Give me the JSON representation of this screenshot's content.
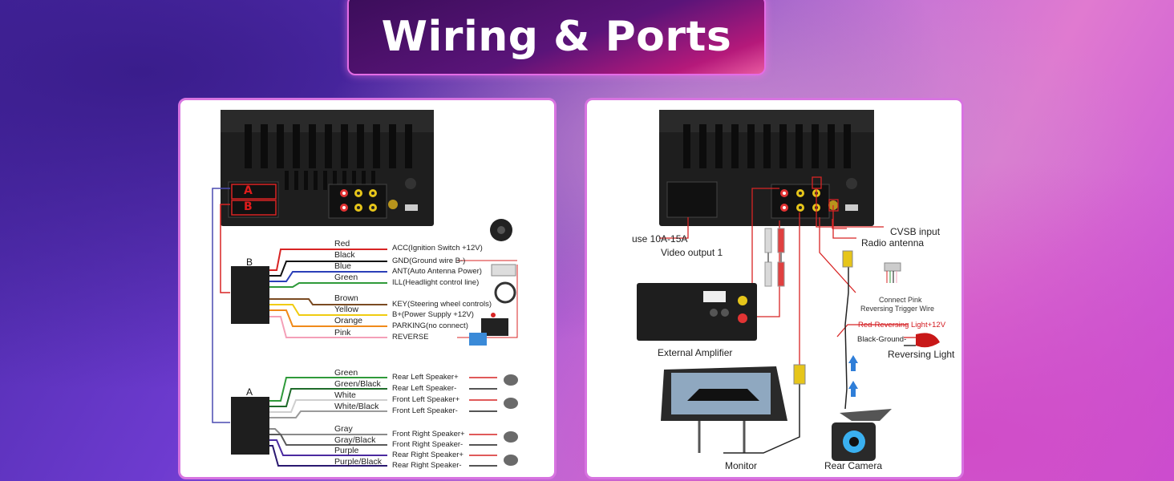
{
  "banner": {
    "title": "Wiring & Ports"
  },
  "left_panel": {
    "port_labels": [
      "A",
      "B"
    ],
    "connector_b": {
      "label": "B"
    },
    "connector_a": {
      "label": "A"
    },
    "b_wires": [
      {
        "color_name": "Red",
        "function": "ACC(Ignition Switch +12V)",
        "hex": "#d82424"
      },
      {
        "color_name": "Black",
        "function": "GND(Ground wire B-)",
        "hex": "#111111"
      },
      {
        "color_name": "Blue",
        "function": "ANT(Auto Antenna Power)",
        "hex": "#2b3fb8"
      },
      {
        "color_name": "Green",
        "function": "ILL(Headlight control line)",
        "hex": "#2f9a3a"
      },
      {
        "color_name": "Brown",
        "function": "KEY(Steering wheel controls)",
        "hex": "#7a4a22"
      },
      {
        "color_name": "Yellow",
        "function": "B+(Power Supply +12V)",
        "hex": "#f0cc10"
      },
      {
        "color_name": "Orange",
        "function": "PARKING(no connect)",
        "hex": "#f08a1a"
      },
      {
        "color_name": "Pink",
        "function": "REVERSE",
        "hex": "#f4a0b8"
      }
    ],
    "a_wires": [
      {
        "color_name": "Green",
        "function": "Rear Left Speaker+",
        "hex": "#2f9a3a"
      },
      {
        "color_name": "Green/Black",
        "function": "Rear Left Speaker-",
        "hex": "#1f6b2a"
      },
      {
        "color_name": "White",
        "function": "Front Left Speaker+",
        "hex": "#cfcfcf"
      },
      {
        "color_name": "White/Black",
        "function": "Front Left Speaker-",
        "hex": "#9a9a9a"
      },
      {
        "color_name": "Gray",
        "function": "Front Right Speaker+",
        "hex": "#8a8a8a"
      },
      {
        "color_name": "Gray/Black",
        "function": "Front Right Speaker-",
        "hex": "#5a5a5a"
      },
      {
        "color_name": "Purple",
        "function": "Rear Right Speaker+",
        "hex": "#4a2aa0"
      },
      {
        "color_name": "Purple/Black",
        "function": "Rear Right Speaker-",
        "hex": "#2a1870"
      }
    ]
  },
  "right_panel": {
    "labels": {
      "cvbs": "CVSB input",
      "radio": "Radio antenna",
      "use": "use 10A-15A",
      "video": "Video output 1",
      "connect_pink": "Connect Pink",
      "reversing_trigger": "Reversing Trigger Wire",
      "red_reversing": "Red-Reversing Light+12V",
      "black_ground": "Black-Ground-",
      "reversing_light": "Reversing Light",
      "external_amp": "External Amplifier",
      "monitor": "Monitor",
      "rear_camera": "Rear Camera"
    }
  },
  "colors": {
    "accent": "#d773e0",
    "label_red": "#d3191f"
  }
}
